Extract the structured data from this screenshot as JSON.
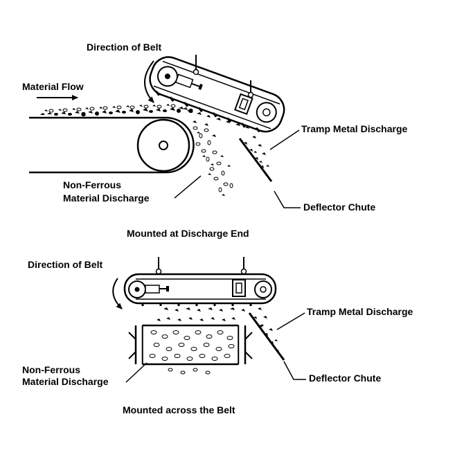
{
  "diagram_top": {
    "direction_label": "Direction of Belt",
    "material_flow_label": "Material Flow",
    "tramp_metal_label": "Tramp Metal Discharge",
    "non_ferrous_line1": "Non-Ferrous",
    "non_ferrous_line2": "Material Discharge",
    "deflector_label": "Deflector Chute",
    "caption": "Mounted at Discharge End"
  },
  "diagram_bottom": {
    "direction_label": "Direction of Belt",
    "tramp_metal_label": "Tramp Metal Discharge",
    "non_ferrous_line1": "Non-Ferrous",
    "non_ferrous_line2": "Material Discharge",
    "deflector_label": "Deflector Chute",
    "caption": "Mounted across the Belt"
  }
}
